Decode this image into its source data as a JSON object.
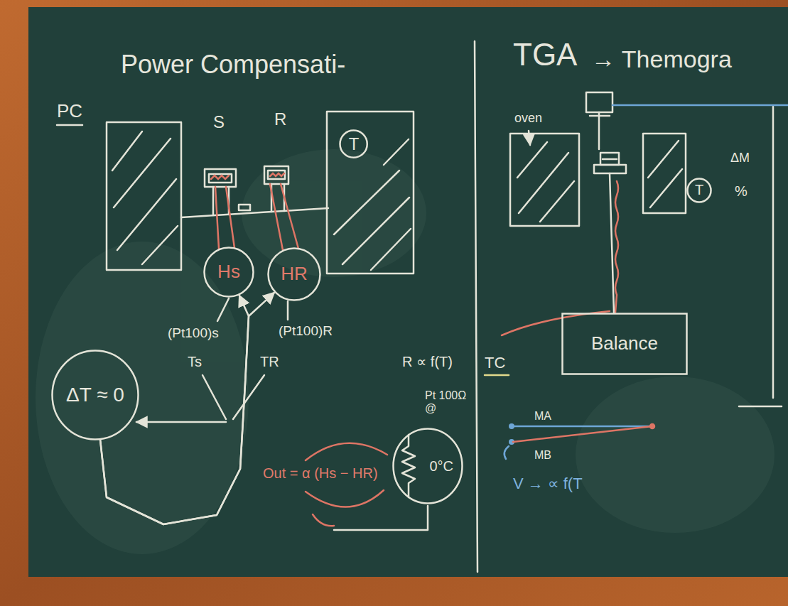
{
  "diagram": {
    "nodes": [
      {
        "text": [
          "T"
        ]
      },
      {
        "text": [
          "Hs"
        ]
      },
      {
        "text": [
          "HR"
        ]
      },
      {
        "text": [
          "ΔT ≈ 0"
        ]
      },
      {
        "text": [
          "0°C"
        ]
      },
      {
        "text": [
          "T"
        ]
      },
      {
        "text": [
          "Balance"
        ]
      }
    ],
    "edges": [
      {
        "from": 3,
        "to": 1,
        "arrow": "to"
      },
      {
        "from": 3,
        "to": 2,
        "arrow": "to"
      }
    ],
    "labels": [
      "Power Compensati-",
      "PC",
      "S",
      "R",
      "(Pt100)s",
      "(Pt100)R",
      "Ts",
      "TR",
      "R ∝ f(T)",
      "TC",
      "Pt 100Ω @",
      "Out = α (Hs − HR)",
      "TGA",
      "→ Themogra",
      "oven",
      "ΔM",
      "%",
      "MA",
      "MB",
      "V → ∝ f(T"
    ]
  }
}
